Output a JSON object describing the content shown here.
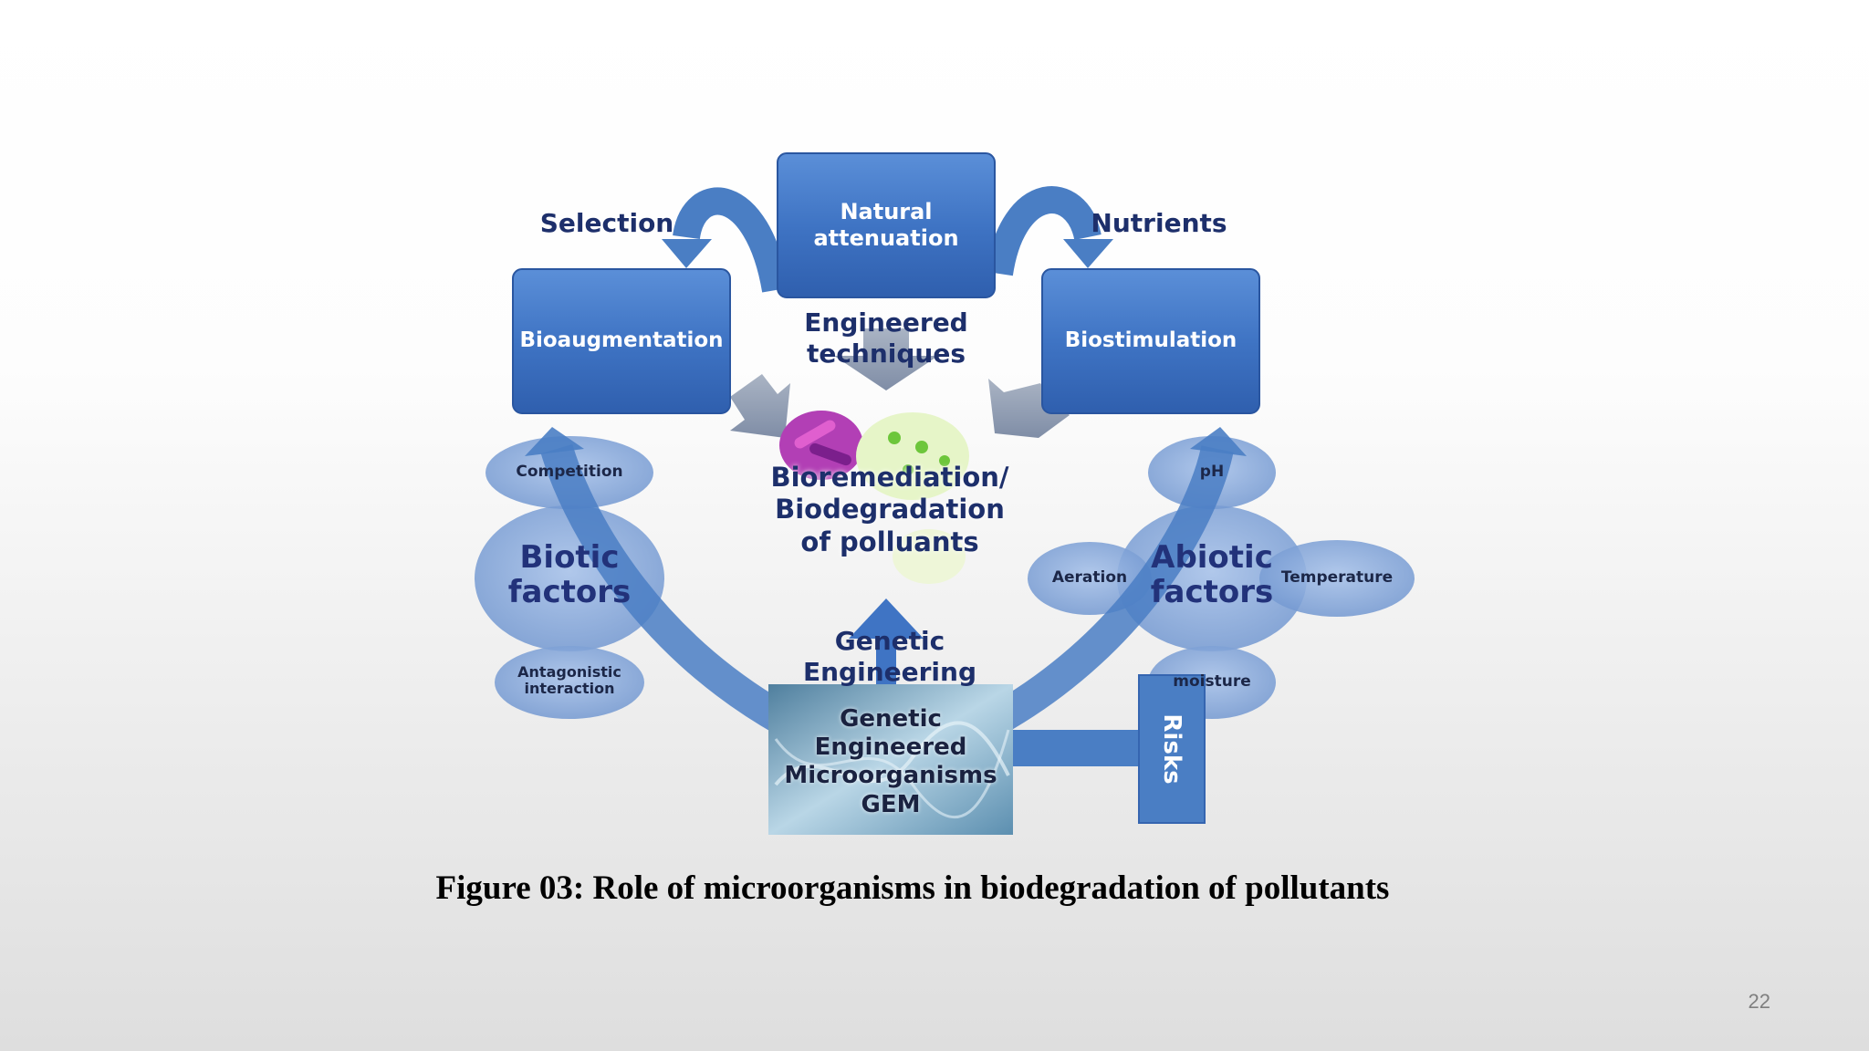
{
  "diagram": {
    "boxes": {
      "natural_attenuation": "Natural attenuation",
      "bioaugmentation": "Bioaugmentation",
      "biostimulation": "Biostimulation"
    },
    "arrow_labels": {
      "selection": "Selection",
      "nutrients": "Nutrients",
      "engineered_techniques": "Engineered techniques",
      "genetic_engineering": "Genetic Engineering",
      "risks": "Risks"
    },
    "center": {
      "line1": "Bioremediation/",
      "line2": "Biodegradation",
      "line3": "of polluants"
    },
    "biotic": {
      "title_line1": "Biotic",
      "title_line2": "factors",
      "competition": "Competition",
      "antagonistic_line1": "Antagonistic",
      "antagonistic_line2": "interaction"
    },
    "abiotic": {
      "title_line1": "Abiotic",
      "title_line2": "factors",
      "ph": "pH",
      "aeration": "Aeration",
      "temperature": "Temperature",
      "moisture": "moisture"
    },
    "gem": {
      "line1": "Genetic",
      "line2": "Engineered",
      "line3": "Microorganisms",
      "line4": "GEM"
    }
  },
  "caption": "Figure 03: Role of microorganisms in biodegradation of pollutants",
  "page_number": "22",
  "colors": {
    "box_blue": "#3f74c4",
    "arrow_blue": "#4a7ec4",
    "ellipse_blue": "#8aaee0",
    "text_navy": "#1d2f6b"
  }
}
